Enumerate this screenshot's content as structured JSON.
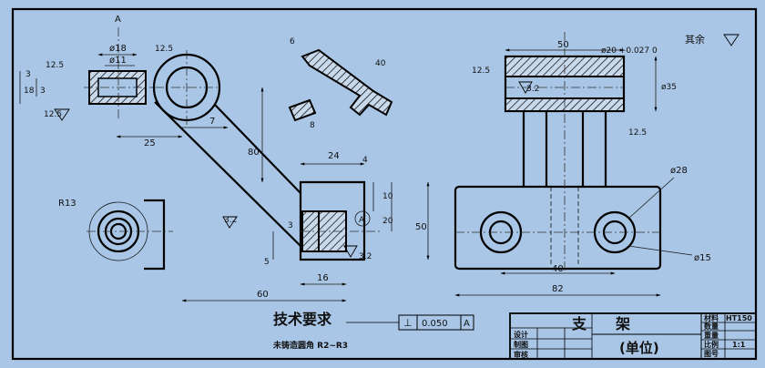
{
  "dimensions": {
    "d18": "ø18",
    "d11": "ø11",
    "r12_5_top": "12.5",
    "r12_5_left": "12.5",
    "r12_5_lower": "12.5",
    "v3_a": "3",
    "v18": "18",
    "v3_b": "3",
    "v25": "25",
    "v7": "7",
    "v80": "80",
    "v24": "24",
    "v4": "4",
    "v10": "10",
    "v20": "20",
    "v50_vert": "50",
    "v3_c": "3",
    "v5": "5",
    "v16": "16",
    "v60": "60",
    "v6": "6",
    "v40_rib": "40",
    "v8": "8",
    "r13": "R13",
    "ra32_a": "3.2",
    "ra32_b": "3.2",
    "ra32_c": "3.2",
    "top_50": "50",
    "d20_tol": "ø20 +0.027 0",
    "d35": "ø35",
    "r12_5_right_a": "12.5",
    "r12_5_right_b": "12.5",
    "d28": "ø28",
    "d15": "ø15",
    "bot_40": "40",
    "bot_82": "82",
    "view_label": "A",
    "datum_label": "A"
  },
  "surface_note": "其余",
  "tech_req": {
    "title": "技术要求",
    "note": "未铸造圆角 R2~R3"
  },
  "tolerance_frame": {
    "symbol": "⊥",
    "value": "0.050",
    "datum": "A"
  },
  "title_block": {
    "part_name": "支　　架",
    "unit": "(单位)",
    "rows": [
      {
        "label": "设计"
      },
      {
        "label": "制图"
      },
      {
        "label": "审核"
      }
    ],
    "material_label": "材料",
    "material_value": "HT150",
    "qty_label": "数量",
    "weight_label": "重量",
    "scale_label": "比例",
    "scale_value": "1:1",
    "drawing_no_label": "图号"
  }
}
